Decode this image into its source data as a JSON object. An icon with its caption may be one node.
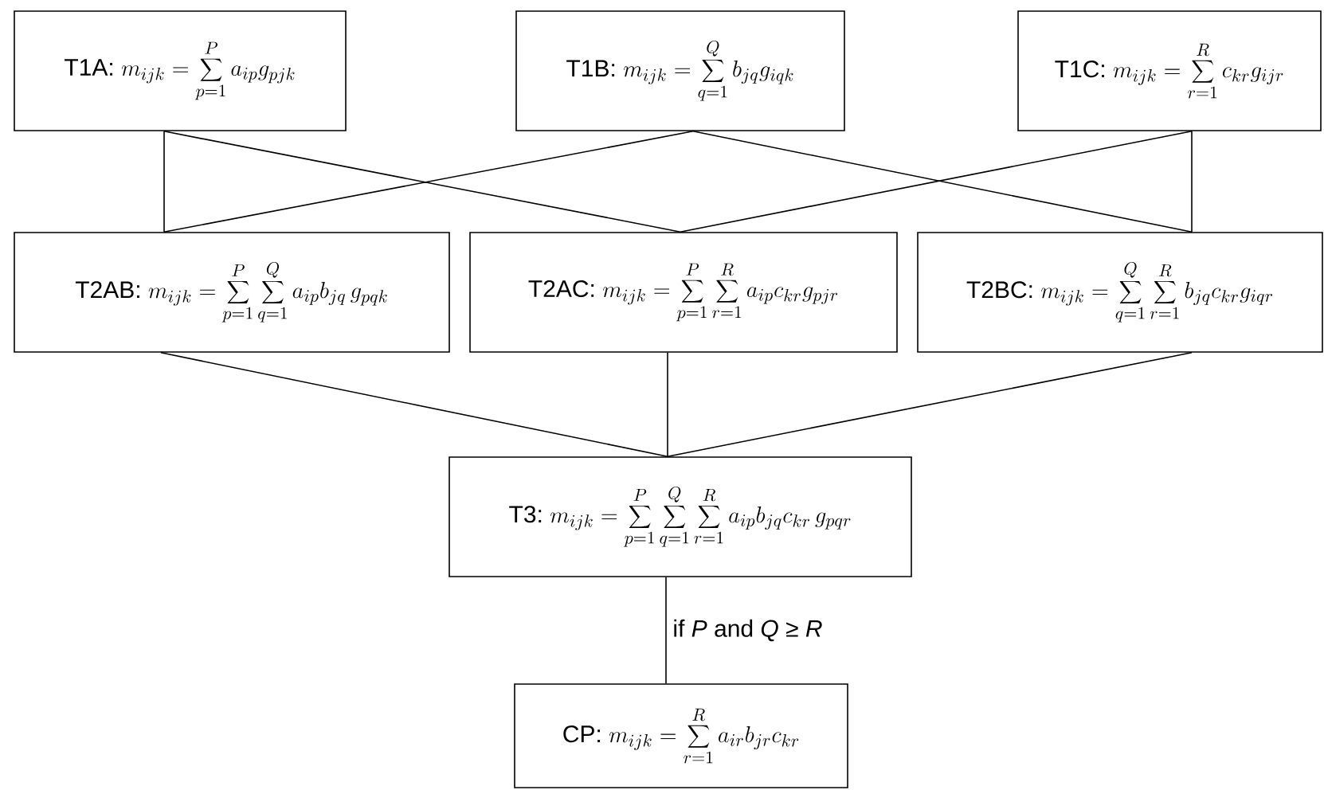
{
  "diagram": {
    "nodes": [
      {
        "text": [
          "T1A:",
          "m_{ijk}=\\sum_{p=1}^{P}a_{ip}g_{pjk}"
        ]
      },
      {
        "text": [
          "T1B:",
          "m_{ijk}=\\sum_{q=1}^{Q}b_{jq}g_{iqk}"
        ]
      },
      {
        "text": [
          "T1C:",
          "m_{ijk}=\\sum_{r=1}^{R}c_{kr}g_{ijr}"
        ]
      },
      {
        "text": [
          "T2AB:",
          "m_{ijk}=\\sum_{p=1}^{P}\\sum_{q=1}^{Q}a_{ip}b_{jq}\\,g_{pqk}"
        ]
      },
      {
        "text": [
          "T2AC:",
          "m_{ijk}=\\sum_{p=1}^{P}\\sum_{r=1}^{R}a_{ip}c_{kr}g_{pjr}"
        ]
      },
      {
        "text": [
          "T2BC:",
          "m_{ijk}=\\sum_{q=1}^{Q}\\sum_{r=1}^{R}b_{jq}c_{kr}g_{iqr}"
        ]
      },
      {
        "text": [
          "T3:",
          "m_{ijk}=\\sum_{p=1}^{P}\\sum_{q=1}^{Q}\\sum_{r=1}^{R}a_{ip}b_{jq}c_{kr}\\,g_{pqr}"
        ]
      },
      {
        "text": [
          "CP:",
          "m_{ijk}=\\sum_{r=1}^{R}a_{ir}b_{jr}c_{kr}"
        ]
      }
    ],
    "edges": [
      {
        "from": 0,
        "to": 3,
        "arrow": "none"
      },
      {
        "from": 0,
        "to": 4,
        "arrow": "none"
      },
      {
        "from": 1,
        "to": 3,
        "arrow": "none"
      },
      {
        "from": 1,
        "to": 5,
        "arrow": "none"
      },
      {
        "from": 2,
        "to": 4,
        "arrow": "none"
      },
      {
        "from": 2,
        "to": 5,
        "arrow": "none"
      },
      {
        "from": 3,
        "to": 6,
        "arrow": "none"
      },
      {
        "from": 4,
        "to": 6,
        "arrow": "none"
      },
      {
        "from": 5,
        "to": 6,
        "arrow": "none"
      },
      {
        "from": 6,
        "to": 7,
        "arrow": "none",
        "label": "if *P* and *Q* ≥ *R*"
      }
    ]
  }
}
